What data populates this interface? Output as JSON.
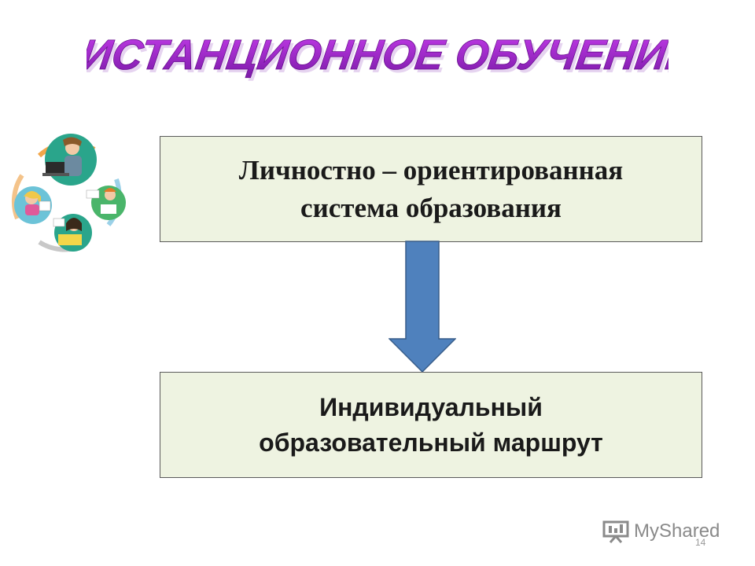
{
  "slide": {
    "title": "ДИСТАНЦИОННОЕ ОБУЧЕНИЕ",
    "top_box": {
      "line1": "Личностно – ориентированная",
      "line2": "система образования"
    },
    "bottom_box": {
      "line1": "Индивидуальный",
      "line2": "образовательный маршрут"
    },
    "watermark": "MyShared",
    "page_number": "14",
    "illustration_icon": "distance-learning-people-cycle-icon",
    "colors": {
      "title_fill": "#a21fd1",
      "title_shadow": "#e8d0f5",
      "box_fill": "#eef3e1",
      "arrow_fill": "#4f81bd",
      "arrow_stroke": "#385d8a"
    }
  }
}
